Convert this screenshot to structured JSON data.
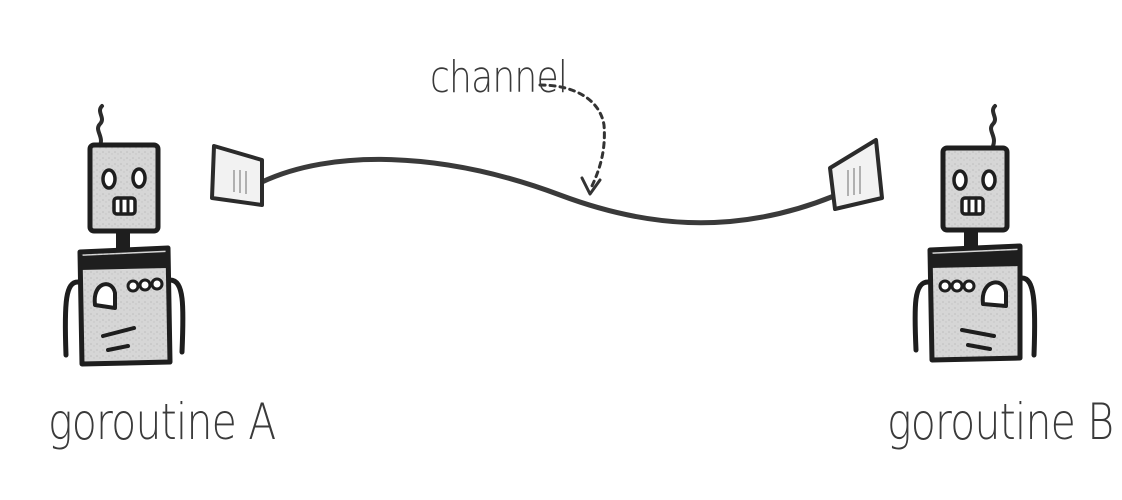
{
  "labels": {
    "channel": "channel",
    "goroutine_a": "goroutine A",
    "goroutine_b": "goroutine B"
  },
  "colors": {
    "ink": "#2b2b2b",
    "body_fill": "#d9d9d9",
    "cup_fill": "#f2f2f2",
    "string": "#3a3a3a",
    "background": "#ffffff"
  },
  "icons": {
    "left_robot": "robot-icon",
    "right_robot": "robot-icon",
    "left_cup": "cup-icon",
    "right_cup": "cup-icon",
    "pointer": "dashed-arrow-icon"
  }
}
